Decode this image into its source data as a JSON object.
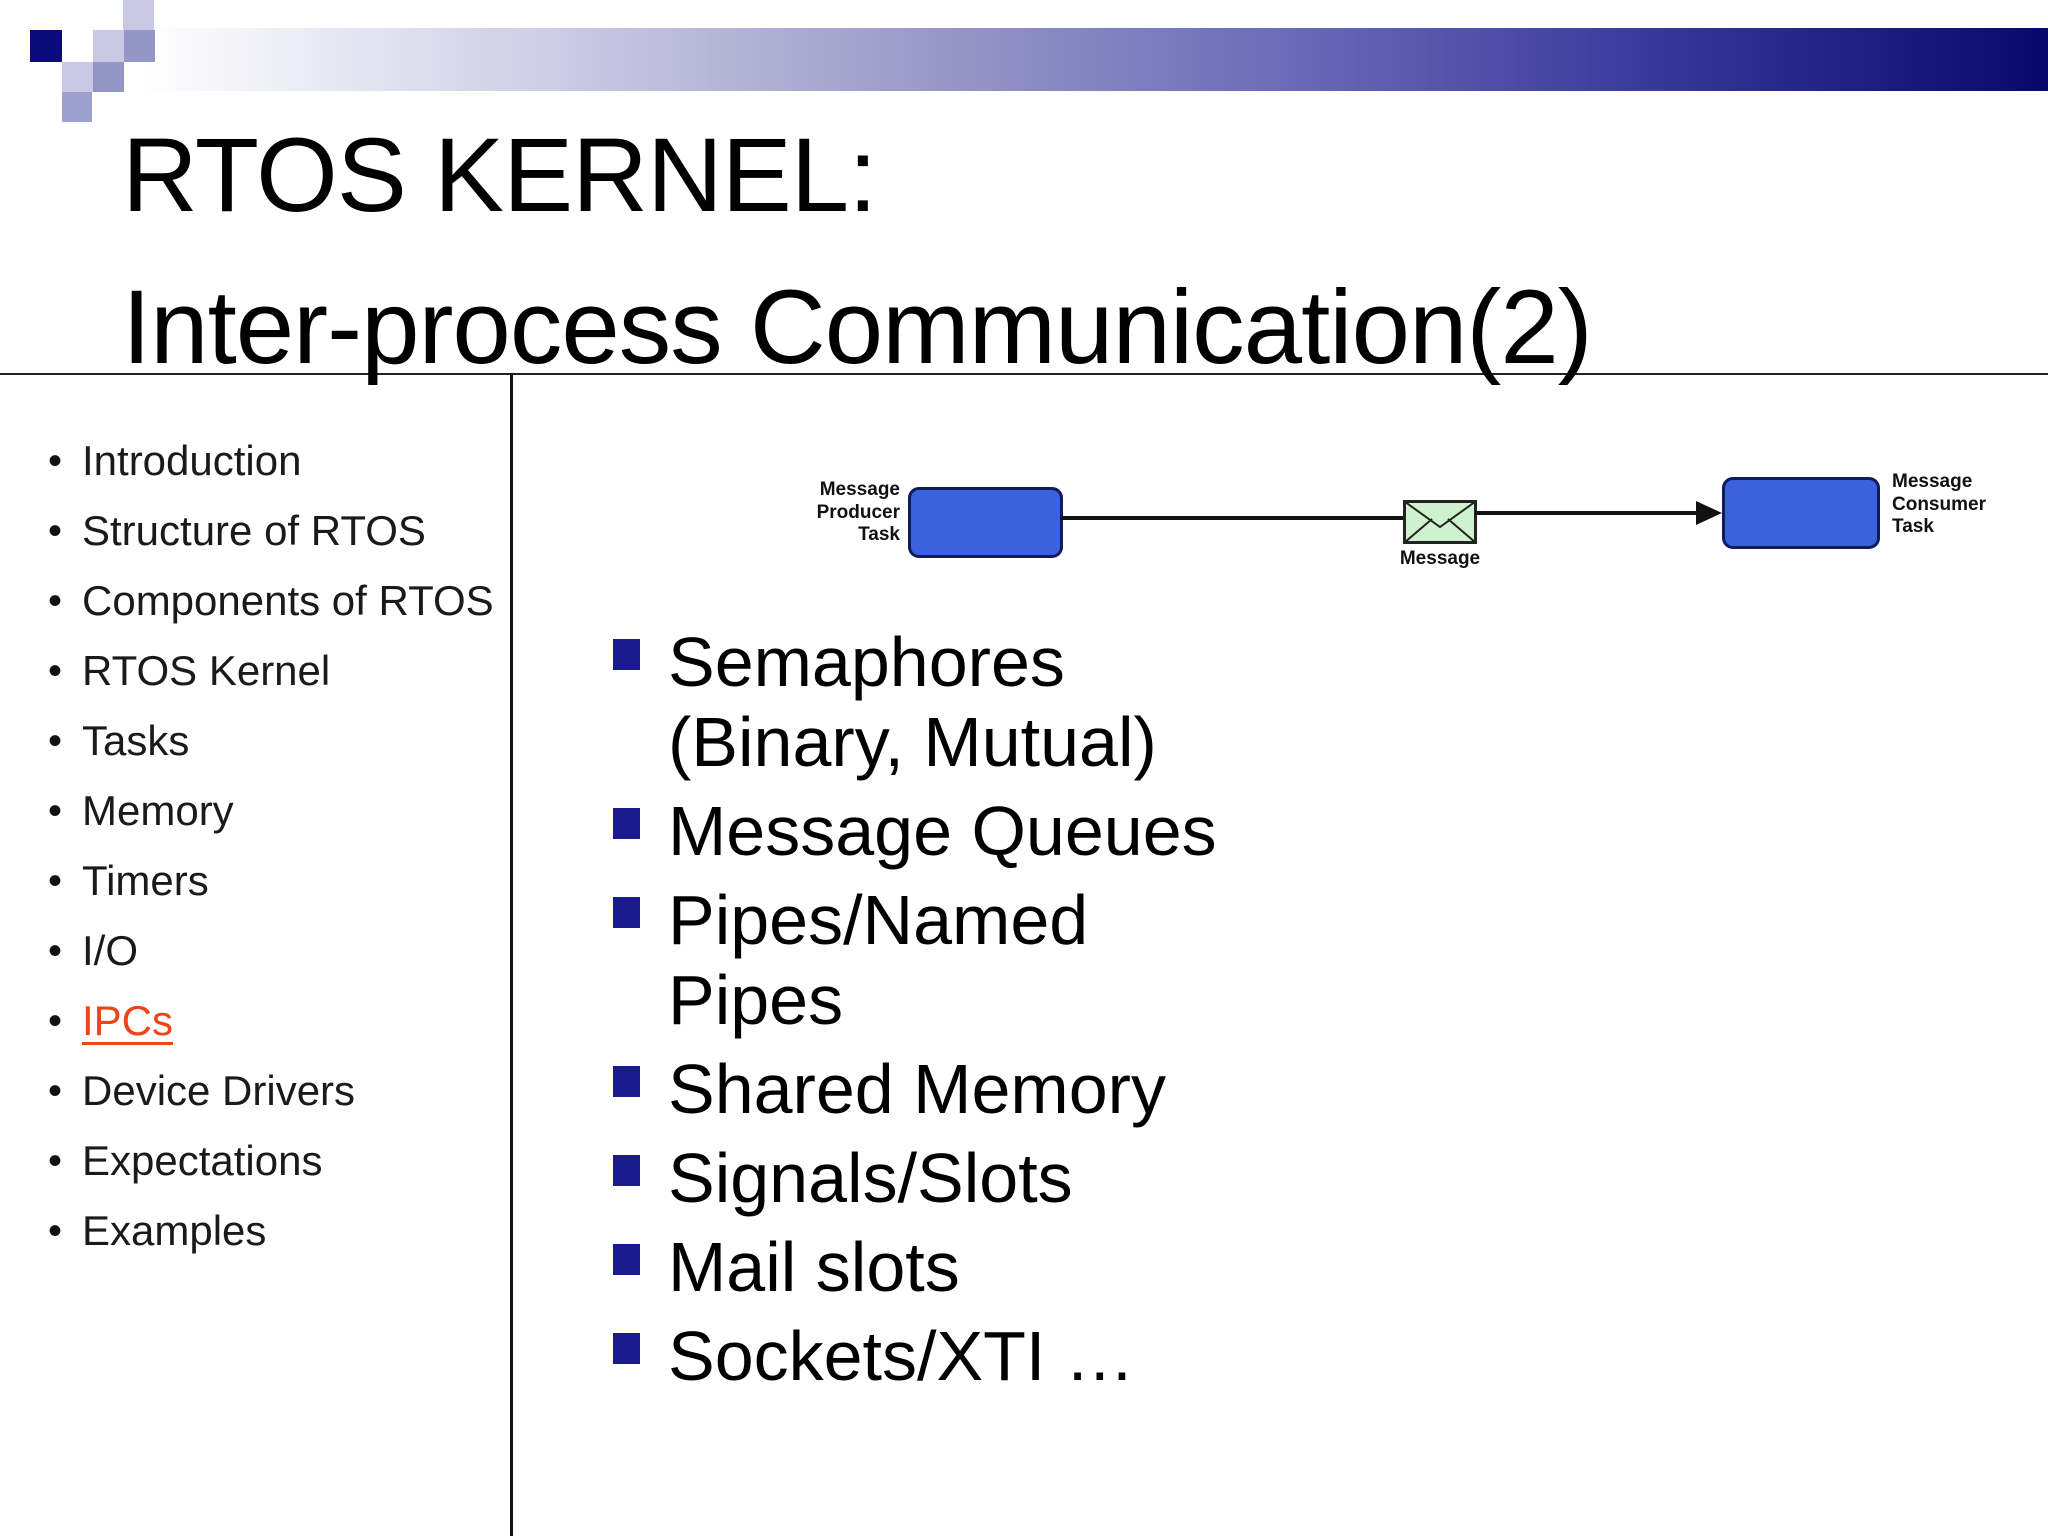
{
  "slide_title": {
    "line1": "RTOS KERNEL:",
    "line2": "Inter-process Communication(2)"
  },
  "sidebar": {
    "items": [
      {
        "label": "Introduction",
        "active": false
      },
      {
        "label": "Structure of RTOS",
        "active": false
      },
      {
        "label": "Components of RTOS",
        "active": false
      },
      {
        "label": "RTOS Kernel",
        "active": false
      },
      {
        "label": "Tasks",
        "active": false
      },
      {
        "label": "Memory",
        "active": false
      },
      {
        "label": "Timers",
        "active": false
      },
      {
        "label": "I/O",
        "active": false
      },
      {
        "label": "IPCs",
        "active": true
      },
      {
        "label": "Device Drivers",
        "active": false
      },
      {
        "label": "Expectations",
        "active": false
      },
      {
        "label": "Examples",
        "active": false
      }
    ]
  },
  "diagram": {
    "producer": {
      "lines": [
        "Message",
        "Producer",
        "Task"
      ]
    },
    "message": {
      "label": "Message"
    },
    "consumer": {
      "lines": [
        "Message",
        "Consumer",
        "Task"
      ]
    }
  },
  "content_bullets": {
    "items": [
      {
        "lines": [
          "Semaphores",
          "(Binary, Mutual)"
        ]
      },
      {
        "lines": [
          "Message Queues"
        ]
      },
      {
        "lines": [
          "Pipes/Named",
          "Pipes"
        ]
      },
      {
        "lines": [
          "Shared Memory"
        ]
      },
      {
        "lines": [
          "Signals/Slots"
        ]
      },
      {
        "lines": [
          "Mail slots"
        ]
      },
      {
        "lines": [
          "Sockets/XTI …"
        ]
      }
    ]
  },
  "colors": {
    "accent": "#f04318",
    "bullet_square": "#1a1a8c",
    "task_box_fill": "#3a62de",
    "task_box_border": "#101c5a",
    "envelope_fill": "#cdf2cd",
    "top_bar_dark": "#07076e"
  }
}
